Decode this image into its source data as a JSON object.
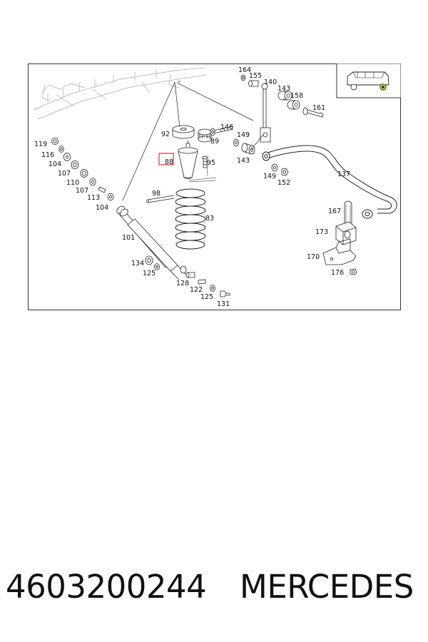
{
  "diagram": {
    "highlight_color": "#d9303a",
    "line_color": "#222222",
    "highlighted_part": "88",
    "labels": [
      "164",
      "155",
      "140",
      "143",
      "158",
      "161",
      "92",
      "146",
      "149",
      "89",
      "88",
      "95",
      "143",
      "149",
      "152",
      "137",
      "167",
      "173",
      "170",
      "176",
      "98",
      "83",
      "119",
      "116",
      "104",
      "107",
      "110",
      "107",
      "113",
      "104",
      "101",
      "134",
      "125",
      "128",
      "122",
      "125",
      "131"
    ]
  },
  "caption": {
    "part_number": "4603200244",
    "brand": "MERCEDES"
  }
}
